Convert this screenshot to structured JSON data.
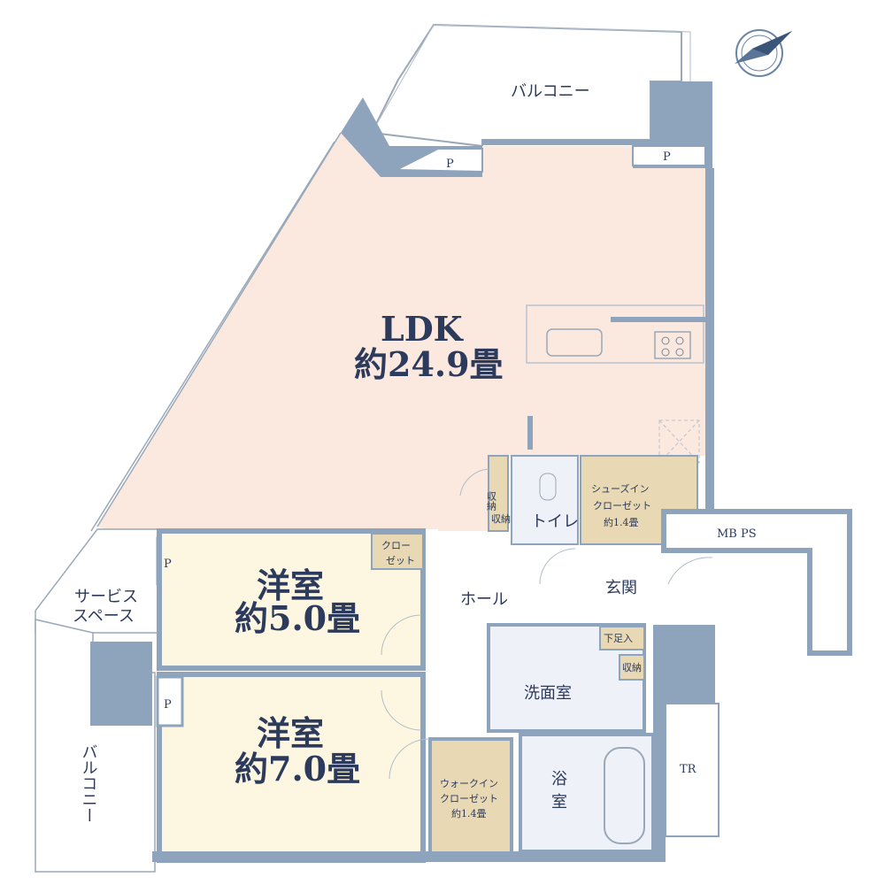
{
  "compass_icon": "north-arrow-icon",
  "rooms": {
    "balcony_top": "バルコニー",
    "ldk_name": "LDK",
    "ldk_size": "約24.9畳",
    "pipe_top_left": "P",
    "pipe_top_right": "P",
    "storage_1": "収納",
    "storage_2": "収納",
    "toilet": "トイレ",
    "shoe_closet_1": "シューズイン",
    "shoe_closet_2": "クローゼット",
    "shoe_closet_3": "約1.4畳",
    "mbps": "MB PS",
    "pipe_mid": "P",
    "service_space_1": "サービス",
    "service_space_2": "スペース",
    "room1_name": "洋室",
    "room1_size": "約5.0畳",
    "closet_1": "クロー",
    "closet_2": "ゼット",
    "hall": "ホール",
    "entrance": "玄関",
    "shoe_storage": "下足入",
    "storage_3": "収納",
    "washroom": "洗面室",
    "pipe_low": "P",
    "room2_name": "洋室",
    "room2_size": "約7.0畳",
    "wic_1": "ウォークイン",
    "wic_2": "クローゼット",
    "wic_3": "約1.4畳",
    "bath_1": "浴",
    "bath_2": "室",
    "trunk_room": "TR",
    "balcony_left": "バルコニー"
  },
  "colors": {
    "ldk_floor": "#fbe8df",
    "room_floor": "#fdf7e2",
    "closet_floor": "#e8d9b4",
    "wet_floor": "#eef1f8",
    "wall": "#8ea4bc",
    "text": "#2c3a5c"
  }
}
